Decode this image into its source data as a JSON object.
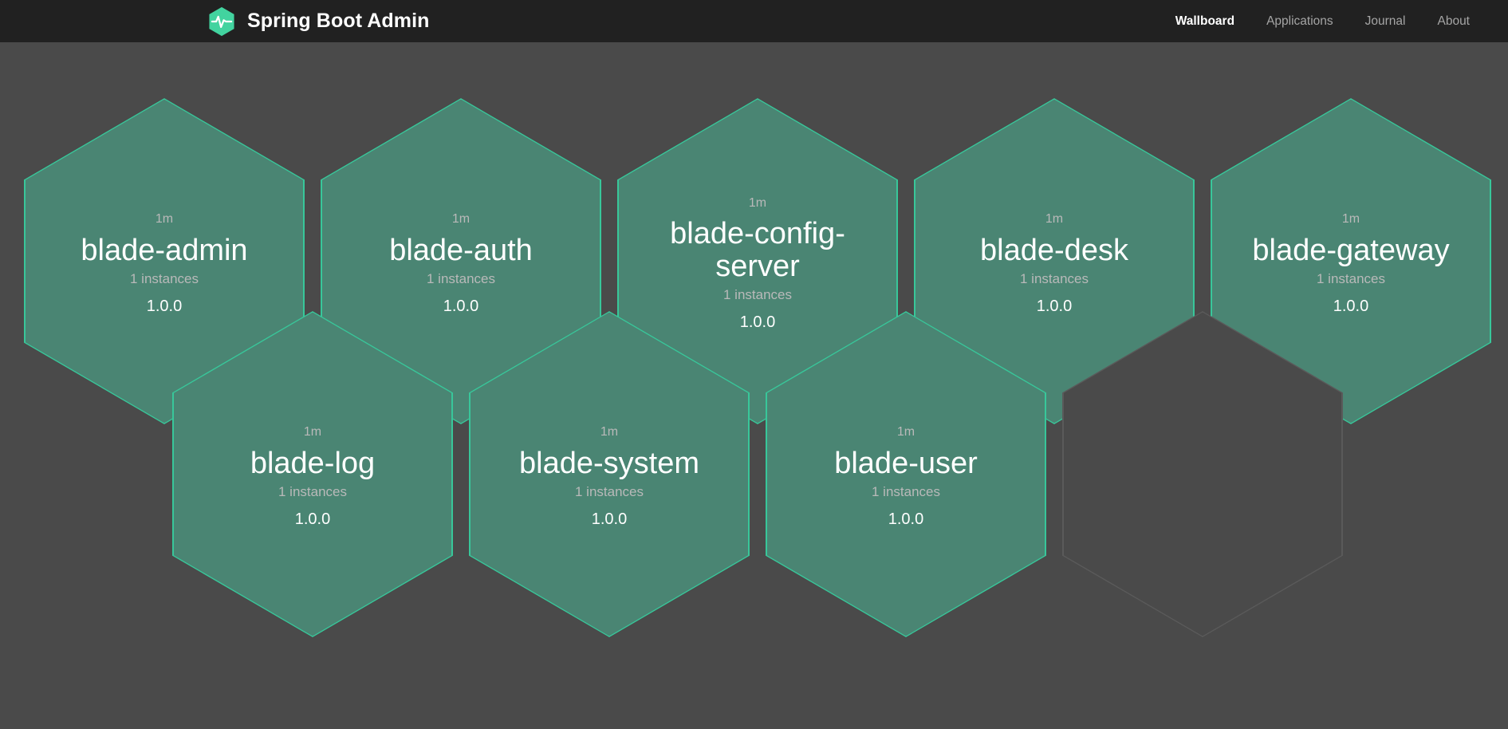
{
  "navbar": {
    "brand": {
      "title": "Spring Boot Admin",
      "logo_icon": "sba-hexagon-pulse-icon",
      "logo_color": "#42d39f"
    },
    "links": [
      {
        "label": "Wallboard",
        "active": true
      },
      {
        "label": "Applications",
        "active": false
      },
      {
        "label": "Journal",
        "active": false
      },
      {
        "label": "About",
        "active": false
      }
    ],
    "background": "#212121"
  },
  "wallboard": {
    "background": "#4a4a4a",
    "hex_fill": "#4a8573",
    "hex_border": "#38c79a",
    "placeholder_border": "#5a5a5a",
    "applications": [
      {
        "name": "blade-admin",
        "status_age": "1m",
        "instances": "1 instances",
        "version": "1.0.0",
        "row": 1,
        "col": 1
      },
      {
        "name": "blade-auth",
        "status_age": "1m",
        "instances": "1 instances",
        "version": "1.0.0",
        "row": 1,
        "col": 2
      },
      {
        "name": "blade-config-server",
        "status_age": "1m",
        "instances": "1 instances",
        "version": "1.0.0",
        "row": 1,
        "col": 3
      },
      {
        "name": "blade-desk",
        "status_age": "1m",
        "instances": "1 instances",
        "version": "1.0.0",
        "row": 1,
        "col": 4
      },
      {
        "name": "blade-gateway",
        "status_age": "1m",
        "instances": "1 instances",
        "version": "1.0.0",
        "row": 1,
        "col": 5
      },
      {
        "name": "blade-log",
        "status_age": "1m",
        "instances": "1 instances",
        "version": "1.0.0",
        "row": 2,
        "col": 1
      },
      {
        "name": "blade-system",
        "status_age": "1m",
        "instances": "1 instances",
        "version": "1.0.0",
        "row": 2,
        "col": 2
      },
      {
        "name": "blade-user",
        "status_age": "1m",
        "instances": "1 instances",
        "version": "1.0.0",
        "row": 2,
        "col": 3
      }
    ],
    "placeholder_count": 1
  }
}
